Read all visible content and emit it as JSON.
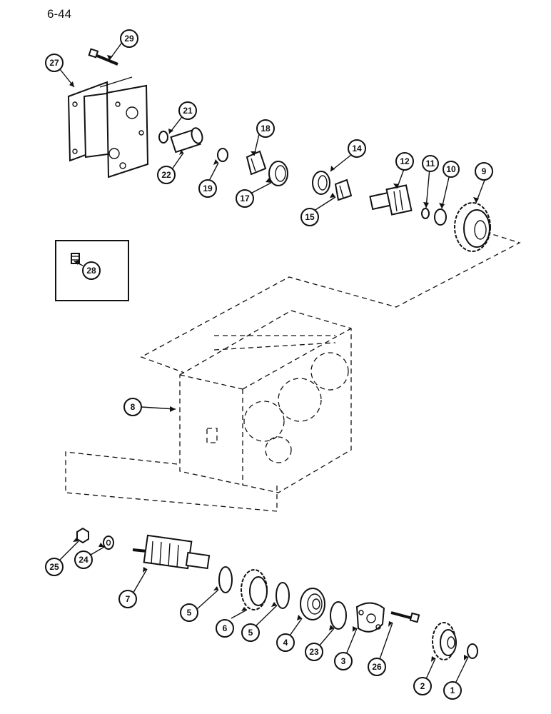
{
  "page_number": "6-44",
  "callouts": {
    "c1": "1",
    "c2": "2",
    "c3": "3",
    "c4": "4",
    "c5a": "5",
    "c5b": "5",
    "c6": "6",
    "c7": "7",
    "c8": "8",
    "c9": "9",
    "c10": "10",
    "c11": "11",
    "c12": "12",
    "c14": "14",
    "c15": "15",
    "c17": "17",
    "c18": "18",
    "c19": "19",
    "c21": "21",
    "c22": "22",
    "c23": "23",
    "c24": "24",
    "c25": "25",
    "c26": "26",
    "c27": "27",
    "c28": "28",
    "c29": "29"
  }
}
